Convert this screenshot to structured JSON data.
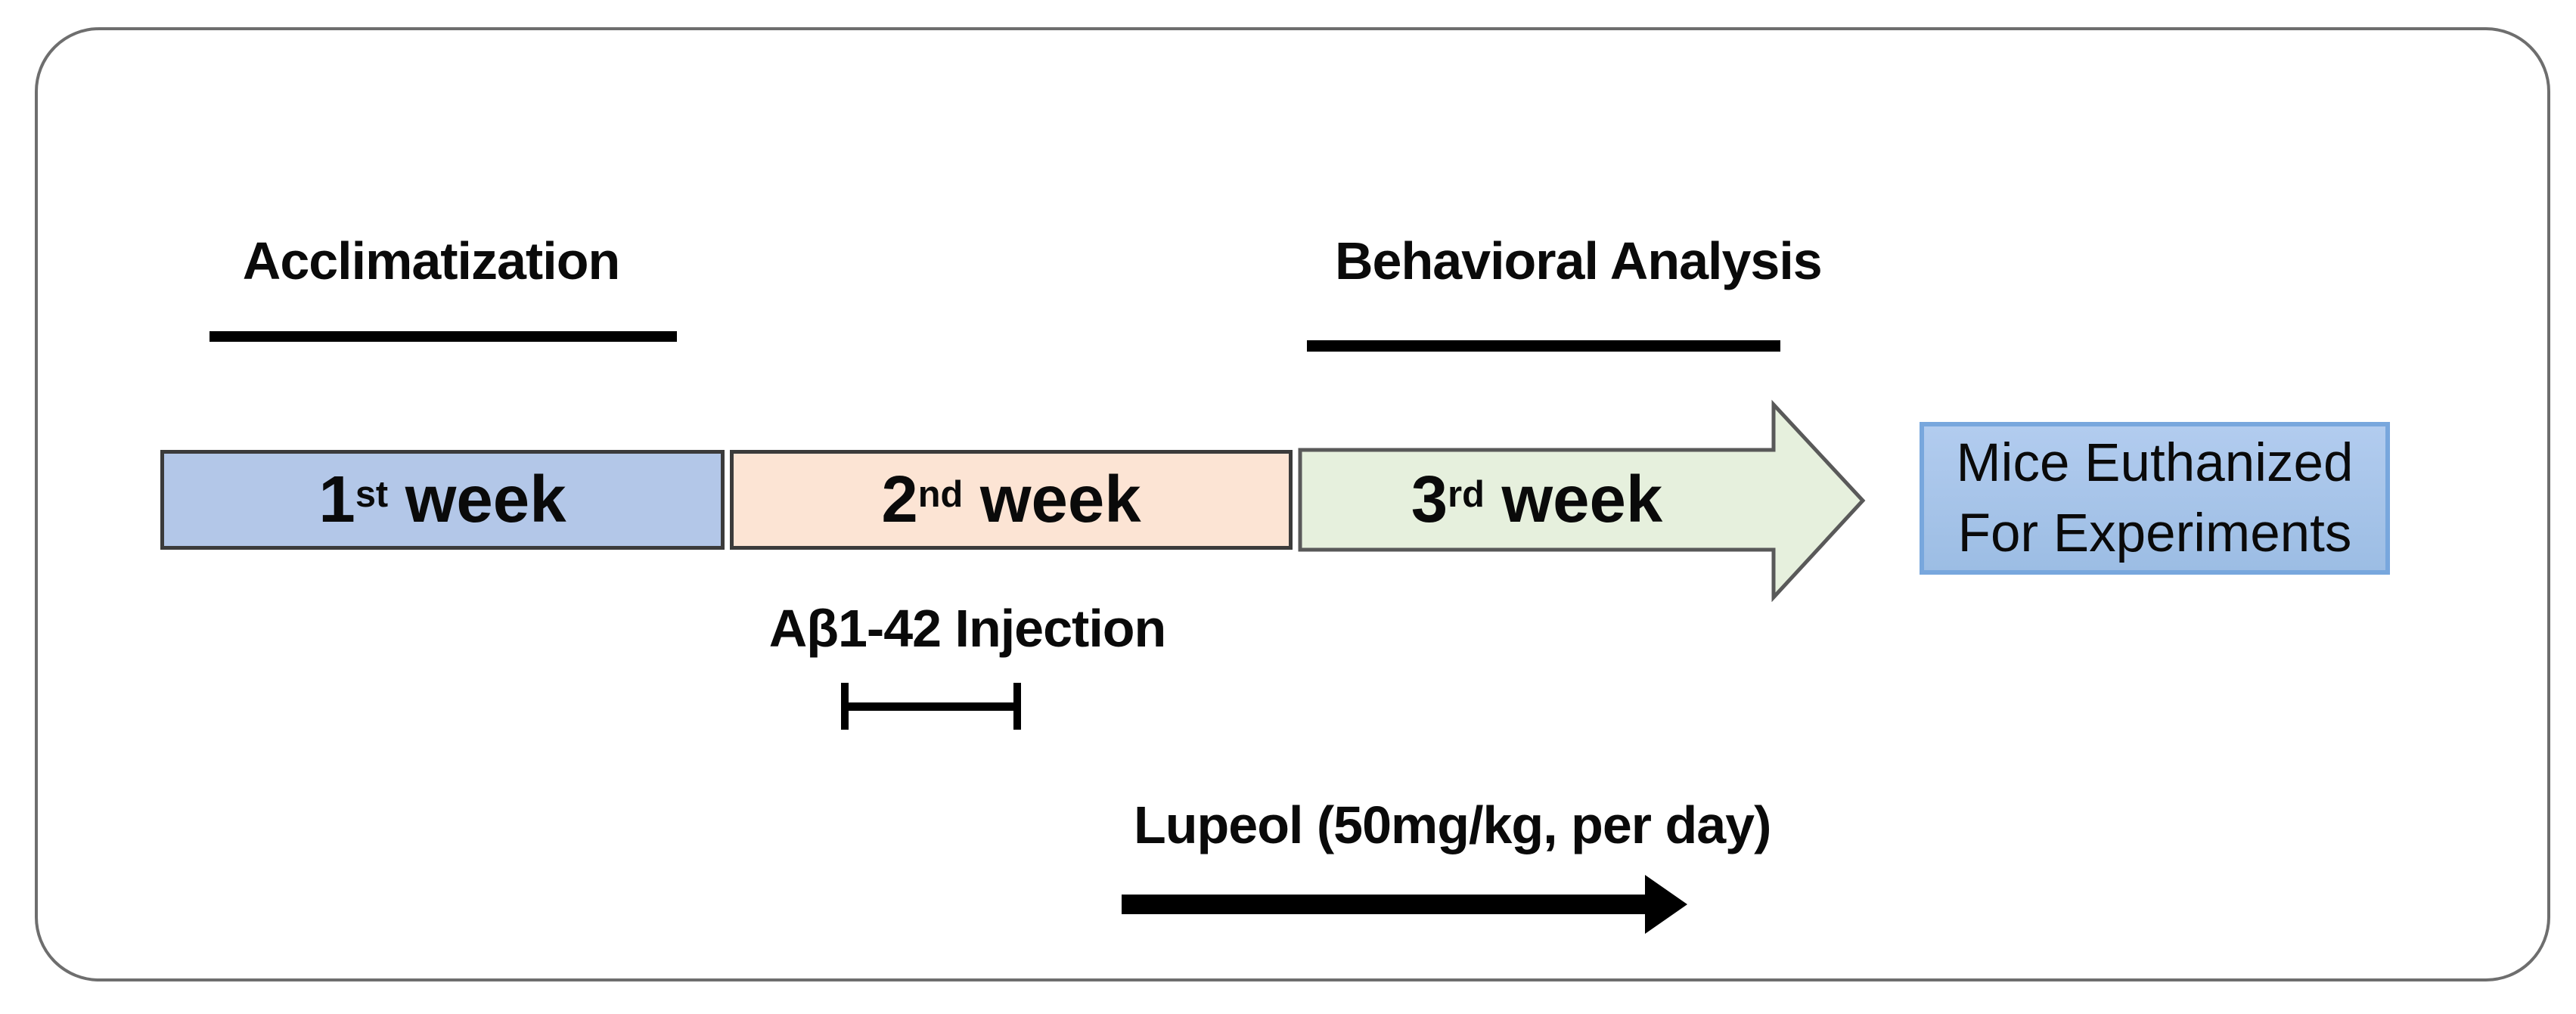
{
  "figure": {
    "description": "Experimental timeline diagram for a three-week mouse study"
  },
  "labels": {
    "acclimatization": "Acclimatization",
    "behavioral": "Behavioral Analysis",
    "injection": "Aβ1-42 Injection",
    "lupeol": "Lupeol (50mg/kg, per day)"
  },
  "weeks": [
    {
      "ordinal": "1",
      "suffix": "st",
      "word": "week"
    },
    {
      "ordinal": "2",
      "suffix": "nd",
      "word": "week"
    },
    {
      "ordinal": "3",
      "suffix": "rd",
      "word": "week"
    }
  ],
  "endpoint": {
    "line1": "Mice Euthanized",
    "line2": "For Experiments"
  },
  "colors": {
    "week1_fill": "#b3c7e8",
    "week2_fill": "#fce4d4",
    "week3_fill": "#e6f0dd",
    "week_box_border": "#3b3b3b",
    "arrow_outline": "#595959",
    "endpoint_fill": "#a9c7ea",
    "endpoint_border": "#78a7dd",
    "frame_border": "#6e6e6e",
    "ink": "#000000"
  }
}
